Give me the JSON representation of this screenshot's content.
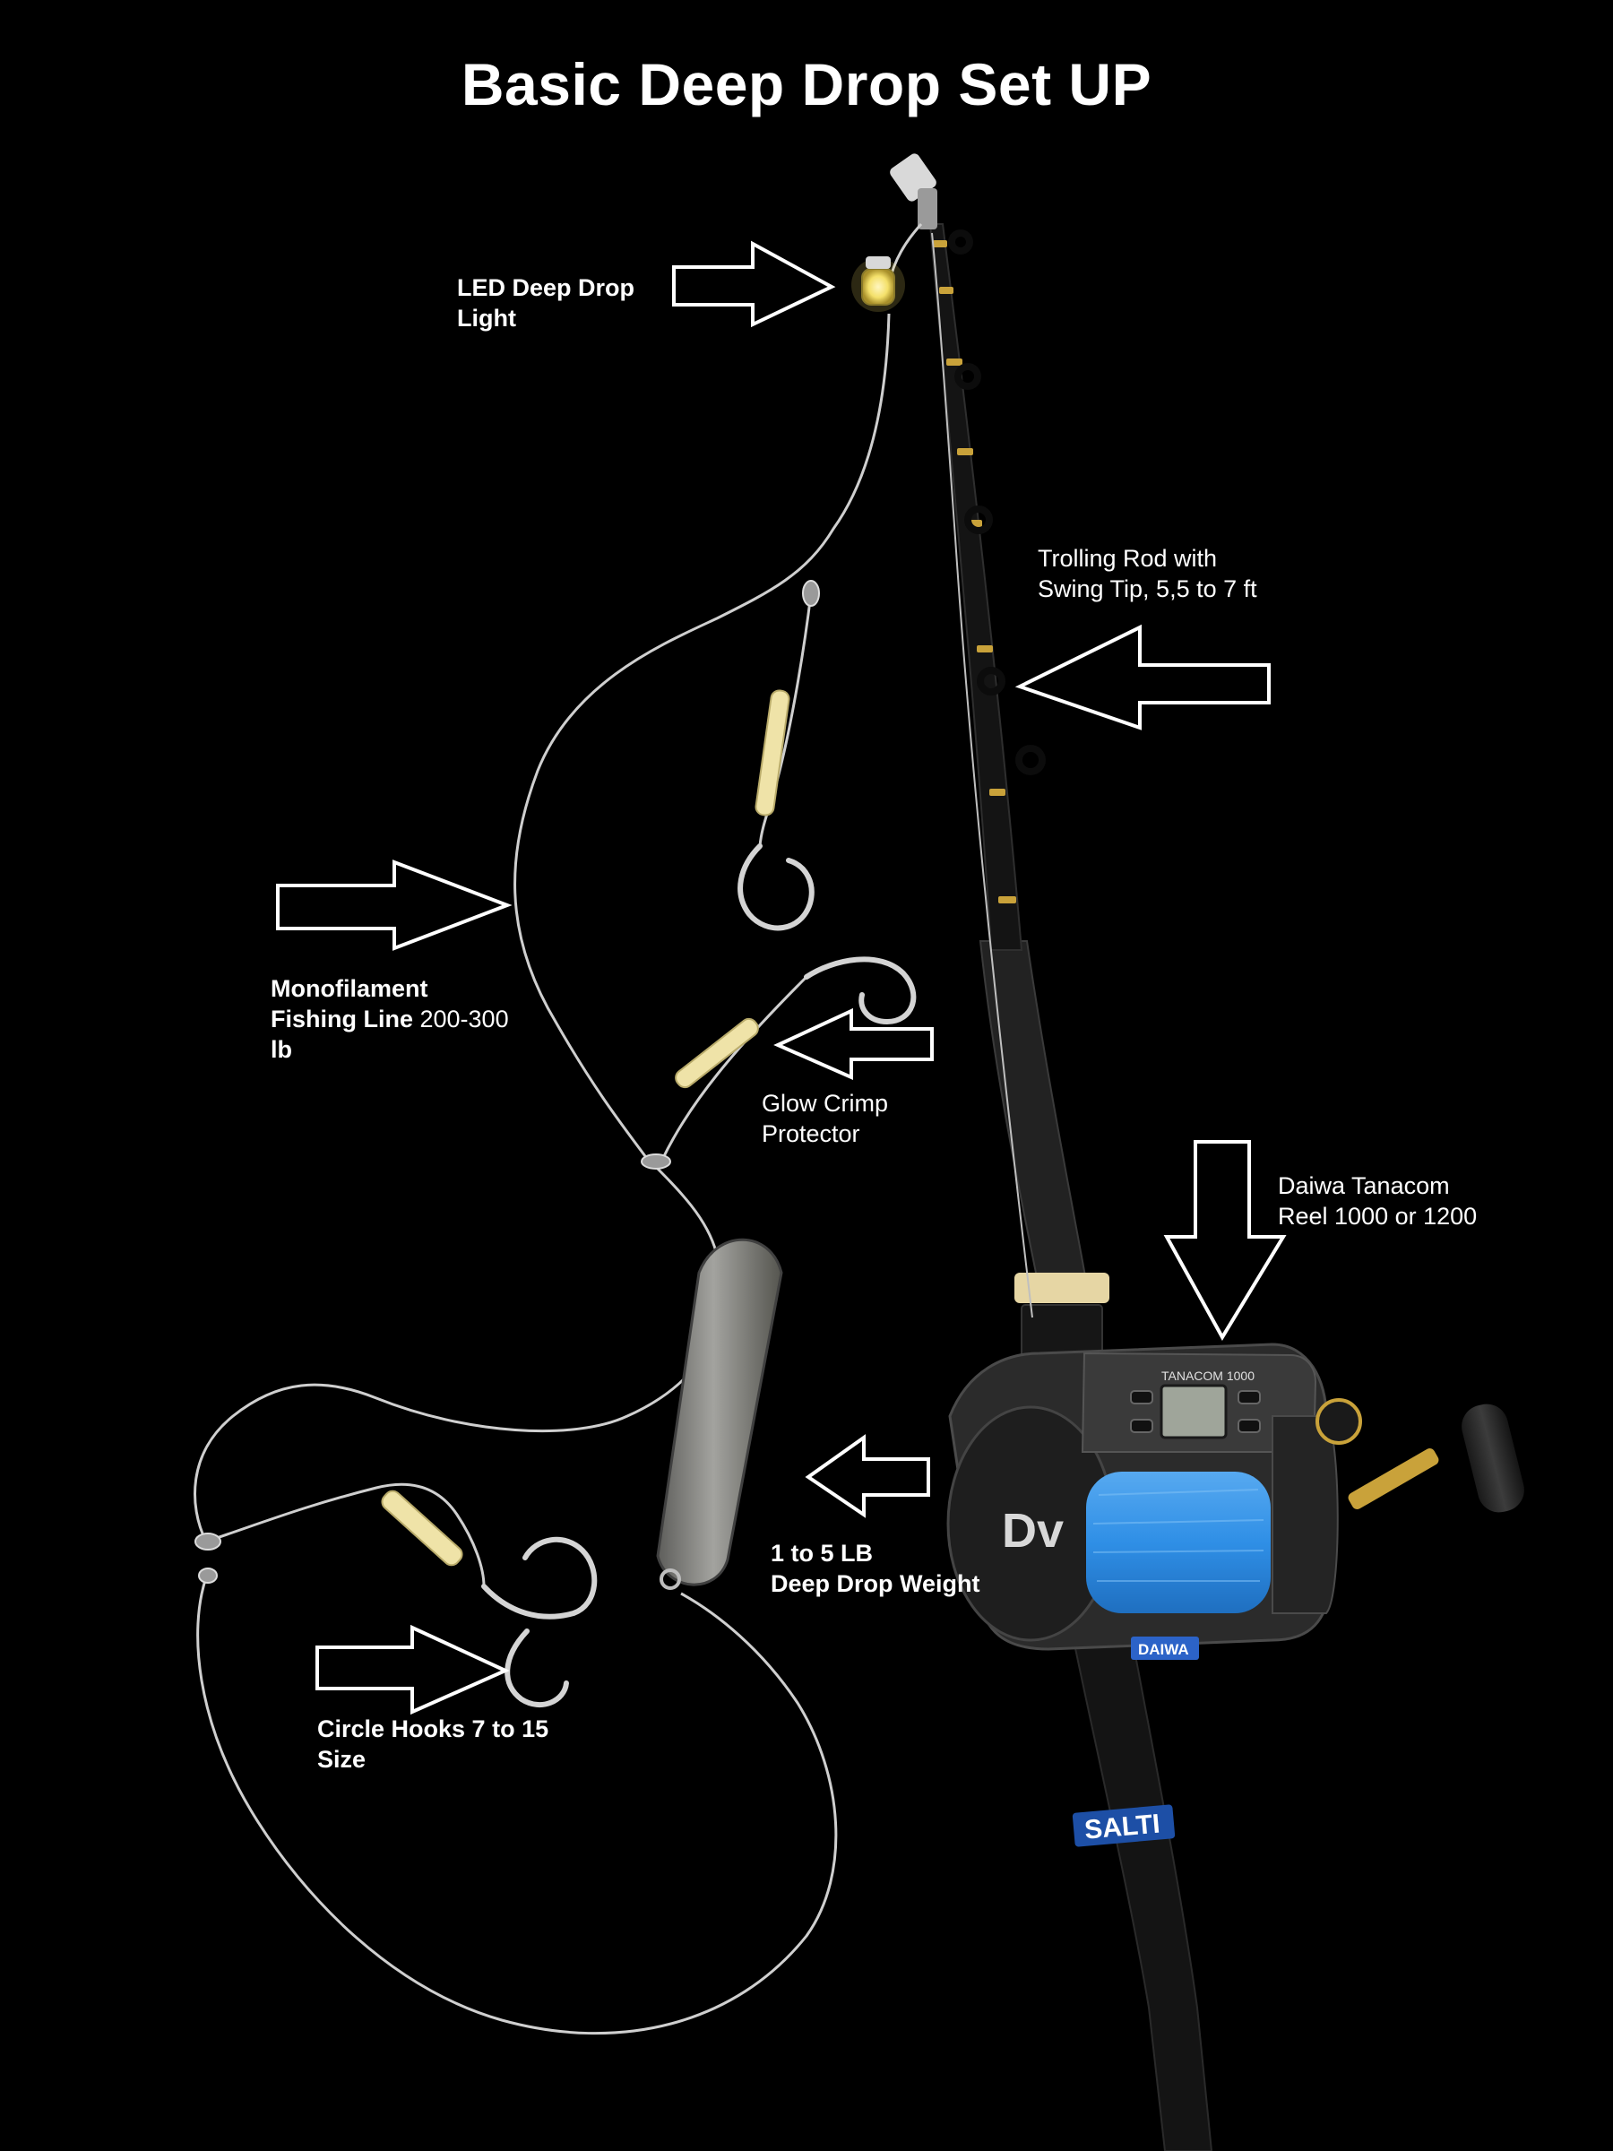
{
  "title": "Basic Deep Drop Set UP",
  "labels": {
    "led_light": {
      "line1": "LED Deep Drop",
      "line2": "Light"
    },
    "trolling_rod": {
      "line1": "Trolling Rod with",
      "line2": "Swing Tip,  5,5 to 7 ft"
    },
    "monofilament": {
      "line1": "Monofilament",
      "line2_bold": "Fishing Line",
      "line2_rest": "  200-300",
      "line3": "lb"
    },
    "glow_crimp": {
      "line1": "Glow Crimp",
      "line2": "Protector"
    },
    "reel": {
      "line1": "Daiwa Tanacom",
      "line2": "Reel 1000  or 1200"
    },
    "weight": {
      "line1": "1 to 5 LB",
      "line2": "Deep Drop Weight"
    },
    "circle_hooks": {
      "line1": "Circle Hooks 7 to 15",
      "line2": "Size"
    }
  },
  "reel_markings": {
    "model": "TANACOM 1000",
    "brand": "DAIWA",
    "side_logo": "Dv"
  },
  "rod_markings": {
    "brand": "SALTI"
  },
  "colors": {
    "background": "#000000",
    "text": "#ffffff",
    "arrow_outline": "#ffffff",
    "spool_line": "#2f8fe6",
    "glow_sleeve": "#efe3a8",
    "led_light": "#f4e06a",
    "rod_blank": "#141414",
    "rod_guide_gold": "#c9a23a",
    "lead_weight": "#8a8a86",
    "leader": "#cfcfcf"
  }
}
